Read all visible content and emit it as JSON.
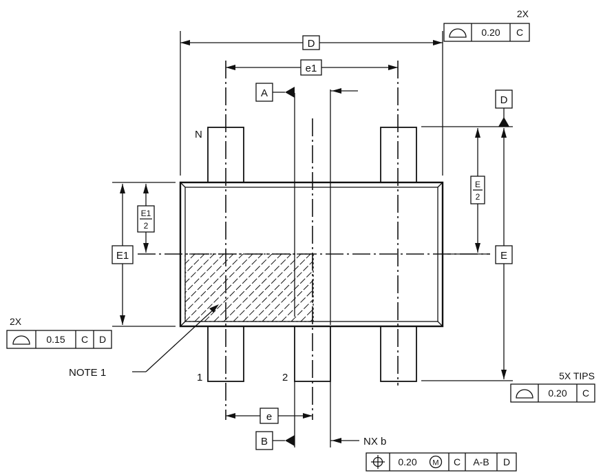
{
  "labels": {
    "dim_d": "D",
    "dim_e1_top": "e1",
    "dim_e": "e",
    "dim_e1_side": "E1",
    "dim_e_side": "E",
    "half_e_num": "E",
    "half_e_den": "2",
    "half_e1_num": "E1",
    "half_e1_den": "2",
    "datum_a": "A",
    "datum_b": "B",
    "datum_d": "D",
    "pin_n": "N",
    "pin_1": "1",
    "pin_2": "2",
    "note_1": "NOTE 1",
    "nx_b": "NX b"
  },
  "frames": {
    "top_right": {
      "count": "2X",
      "value": "0.20",
      "datum1": "C"
    },
    "left": {
      "count": "2X",
      "value": "0.15",
      "datum1": "C",
      "datum2": "D"
    },
    "tips": {
      "count": "5X TIPS",
      "value": "0.20",
      "datum1": "C"
    },
    "position": {
      "value": "0.20",
      "modifier": "M",
      "datum1": "C",
      "datum2": "A-B",
      "datum3": "D"
    }
  },
  "icons": {
    "profile": "profile-of-surface-icon",
    "position": "position-icon",
    "modifier": "mmc-modifier-icon"
  }
}
